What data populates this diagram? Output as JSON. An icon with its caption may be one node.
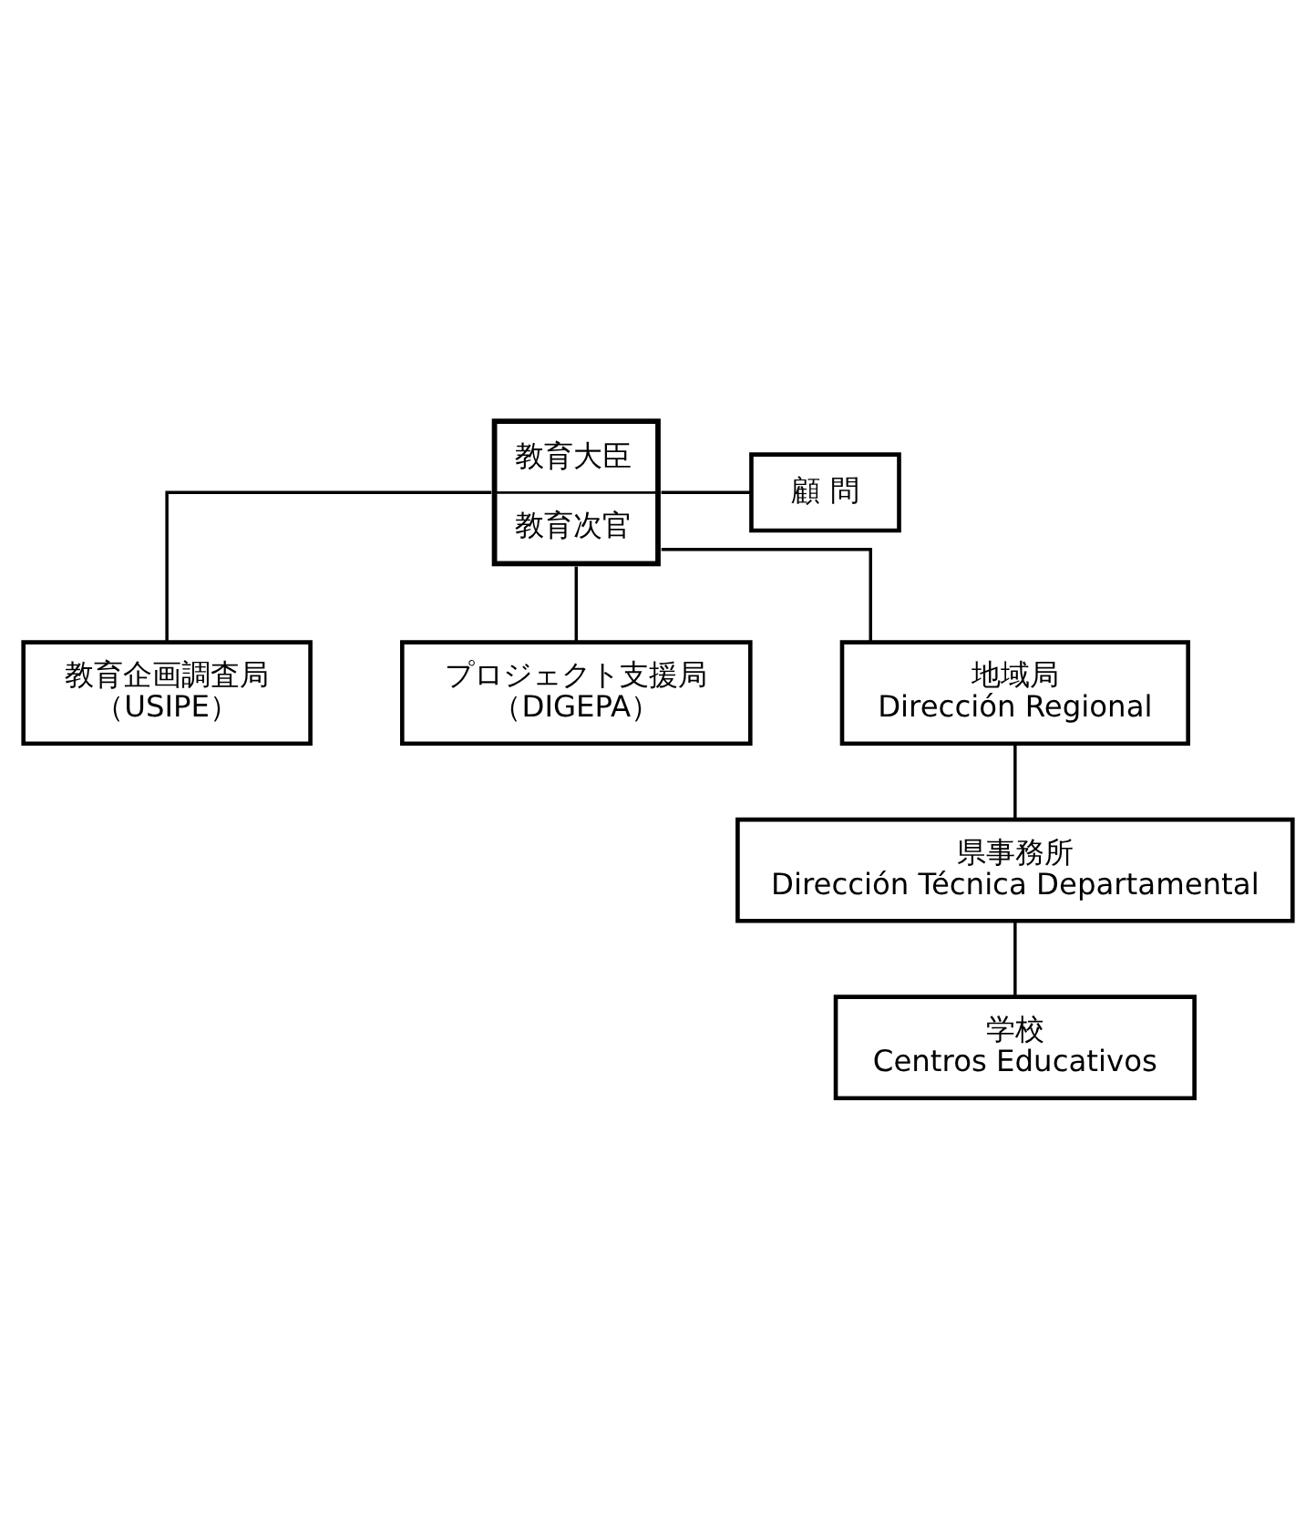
{
  "diagram": {
    "nodes": [
      {
        "text": [
          "教育大臣",
          "教育次官"
        ]
      },
      {
        "text": [
          "顧 問"
        ]
      },
      {
        "text": [
          "教育企画調査局",
          "（USIPE）"
        ]
      },
      {
        "text": [
          "プロジェクト支援局",
          "（DIGEPA）"
        ]
      },
      {
        "text": [
          "地域局",
          "Dirección Regional"
        ]
      },
      {
        "text": [
          "県事務所",
          "Dirección Técnica Departamental"
        ]
      },
      {
        "text": [
          "学校",
          "Centros Educativos"
        ]
      }
    ],
    "edges": [
      {
        "from": 0,
        "to": 1,
        "arrow": "none"
      },
      {
        "from": 0,
        "to": 2,
        "arrow": "none"
      },
      {
        "from": 0,
        "to": 3,
        "arrow": "none"
      },
      {
        "from": 0,
        "to": 4,
        "arrow": "none"
      },
      {
        "from": 4,
        "to": 5,
        "arrow": "none"
      },
      {
        "from": 5,
        "to": 6,
        "arrow": "none"
      }
    ]
  }
}
